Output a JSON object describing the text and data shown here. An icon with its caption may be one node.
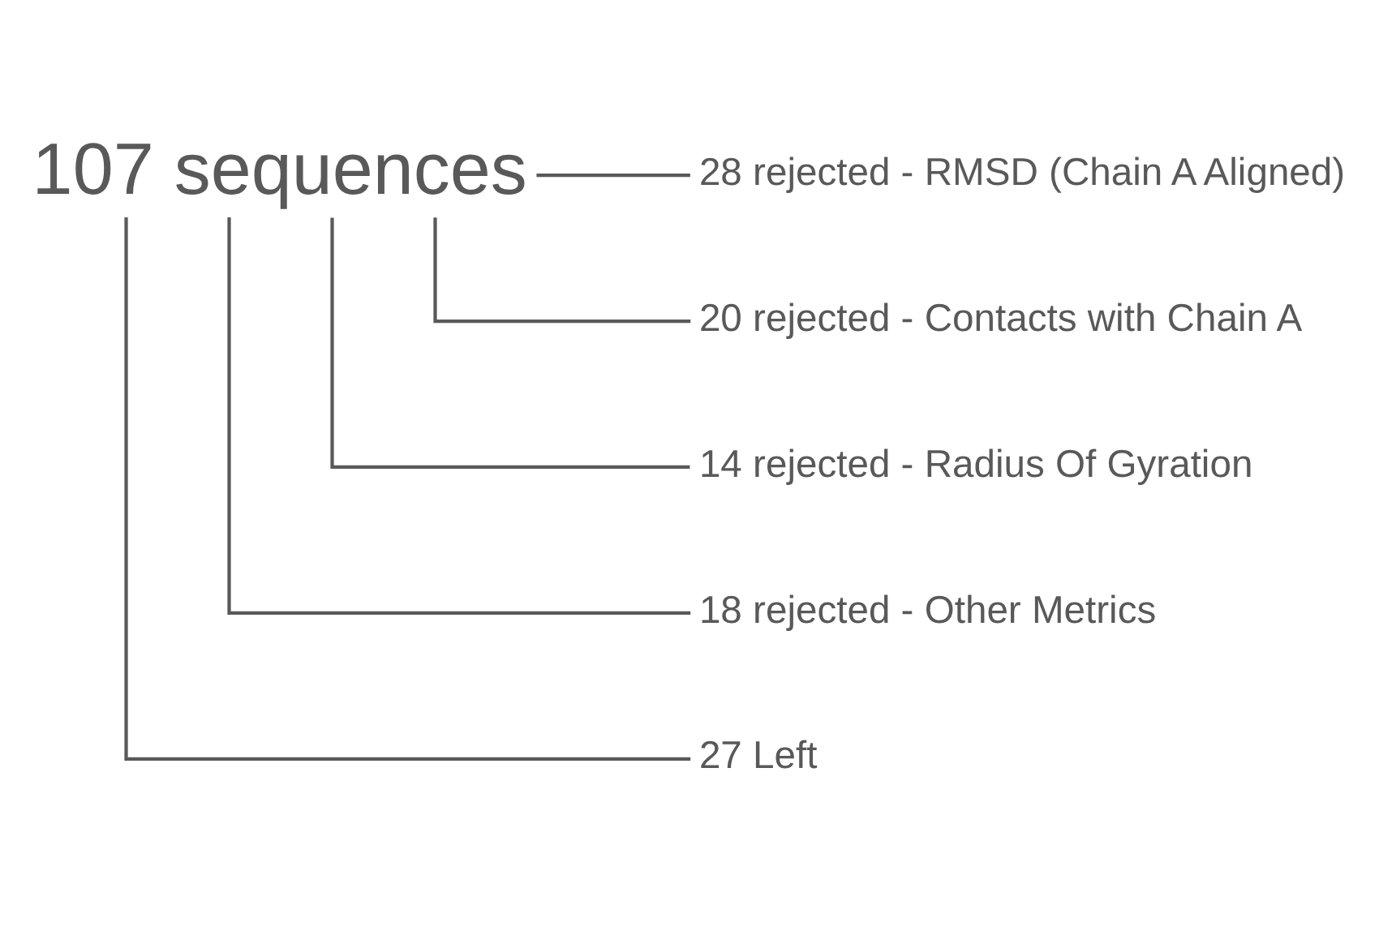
{
  "diagram": {
    "nodes": [
      {
        "text": [
          "107 sequences"
        ]
      },
      {
        "text": [
          "28 rejected - RMSD (Chain A Aligned)"
        ]
      },
      {
        "text": [
          "20 rejected - Contacts with Chain A"
        ]
      },
      {
        "text": [
          "14 rejected - Radius Of Gyration"
        ]
      },
      {
        "text": [
          "18 rejected - Other Metrics"
        ]
      },
      {
        "text": [
          "27 Left"
        ]
      }
    ],
    "edges": [
      {
        "from": 0,
        "to": 1,
        "arrow": "none"
      },
      {
        "from": 0,
        "to": 2,
        "arrow": "none"
      },
      {
        "from": 0,
        "to": 3,
        "arrow": "none"
      },
      {
        "from": 0,
        "to": 4,
        "arrow": "none"
      },
      {
        "from": 0,
        "to": 5,
        "arrow": "none"
      }
    ]
  }
}
